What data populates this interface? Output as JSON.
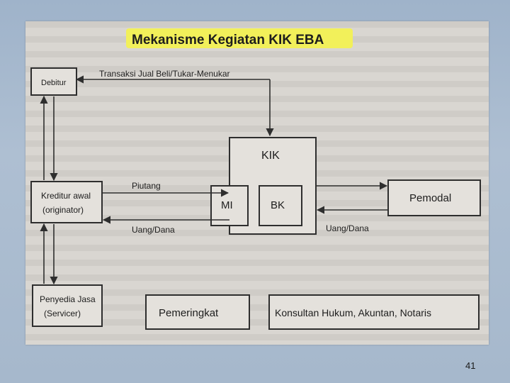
{
  "title": "Mekanisme Kegiatan KIK EBA",
  "colors": {
    "title_highlight": "#f2f05a",
    "stroke": "#2e2e2e",
    "page": "#d9d6d1",
    "background": "#a6b8cc"
  },
  "nodes": {
    "debitur": "Debitur",
    "kreditur_line1": "Kreditur awal",
    "kreditur_line2": "(originator)",
    "penyedia_line1": "Penyedia Jasa",
    "penyedia_line2": "(Servicer)",
    "kik": "KIK",
    "mi": "MI",
    "bk": "BK",
    "pemodal": "Pemodal",
    "pemeringkat": "Pemeringkat",
    "konsultan": "Konsultan Hukum, Akuntan, Notaris"
  },
  "edges": {
    "transaksi": "Transaksi Jual Beli/Tukar-Menukar",
    "piutang": "Piutang",
    "uang_dana_left": "Uang/Dana",
    "uang_dana_right": "Uang/Dana"
  },
  "slide_number": "41"
}
